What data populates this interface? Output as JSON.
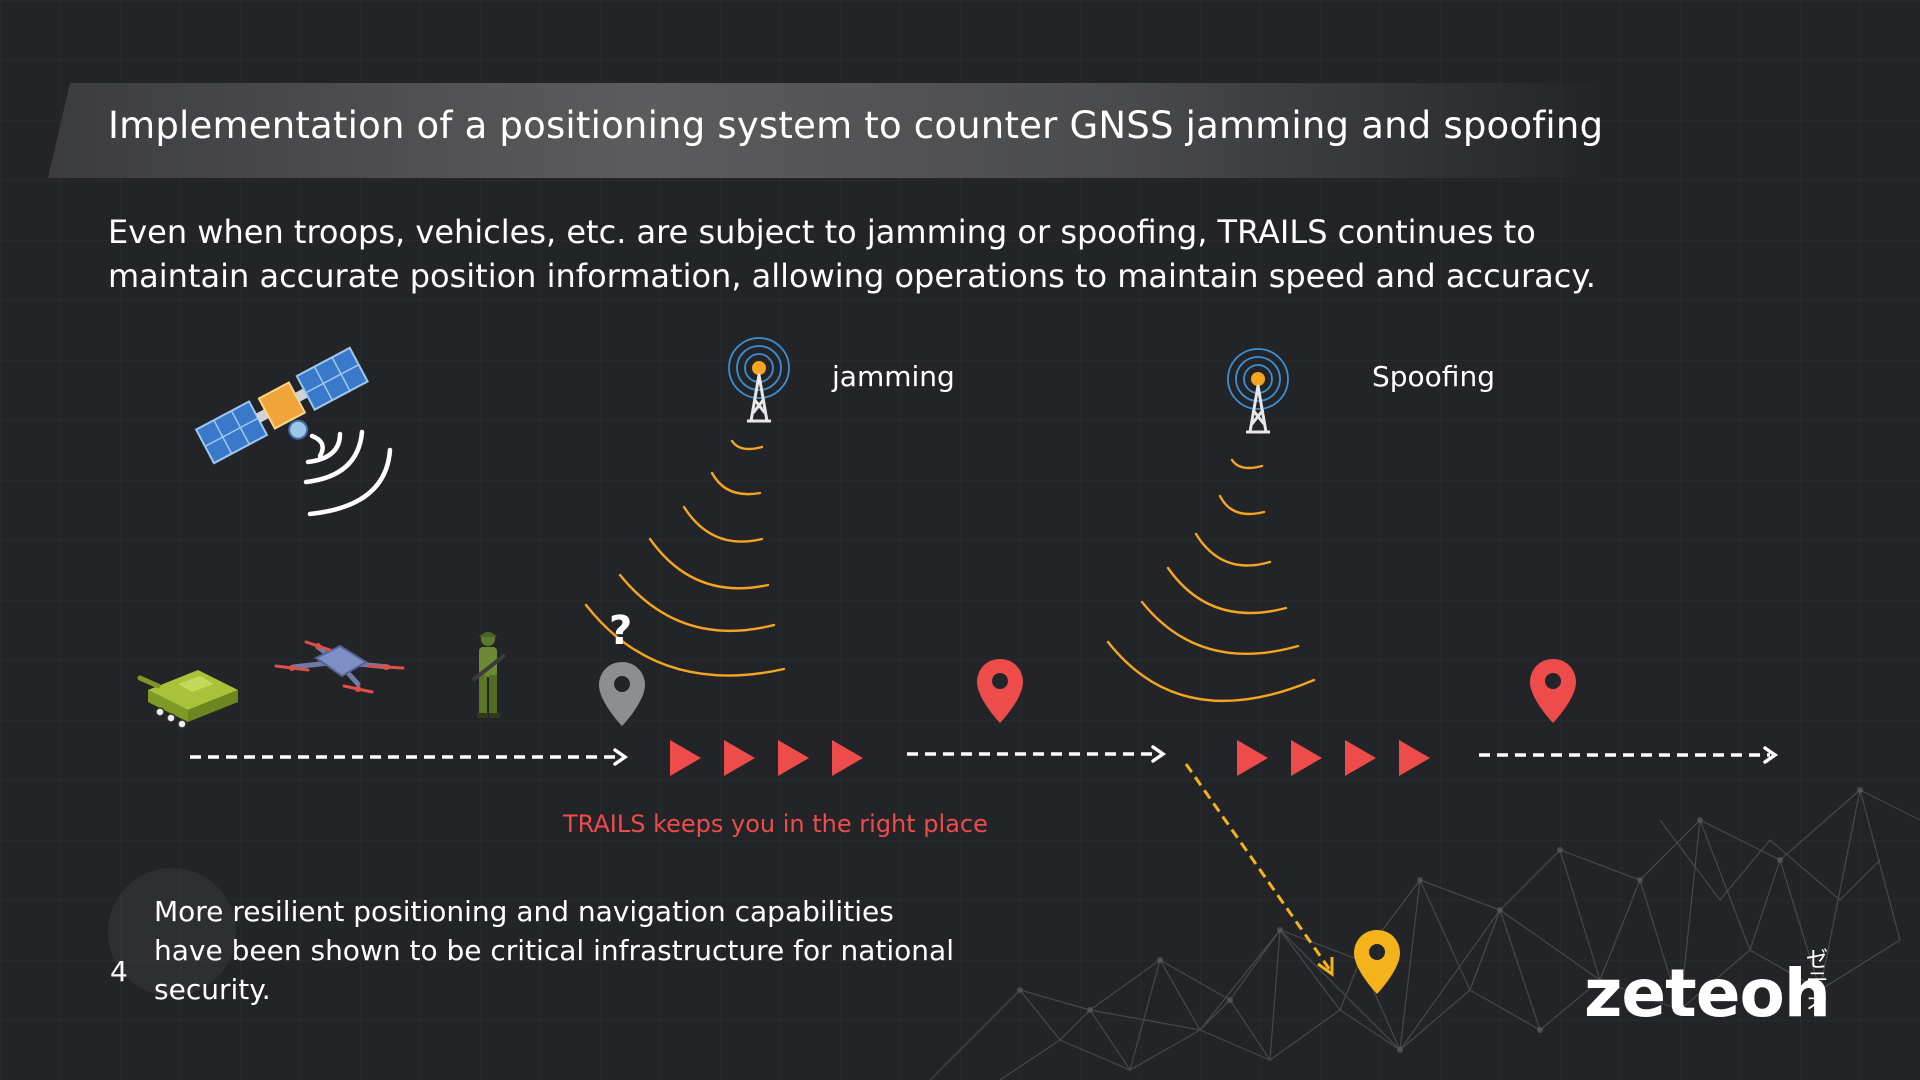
{
  "title": "Implementation of a positioning system to counter GNSS jamming and spoofing",
  "subtitle": "Even when troops, vehicles, etc. are subject to jamming or spoofing, TRAILS continues to maintain accurate position information, allowing operations to maintain speed and accuracy.",
  "labels": {
    "jamming": "jamming",
    "spoofing": "Spoofing",
    "trails": "TRAILS keeps you in the right place",
    "question": "?"
  },
  "footer": {
    "page_number": "4",
    "note": "More resilient positioning and navigation capabilities have been shown to be critical infrastructure for national security."
  },
  "logo": {
    "wordmark": "zeteoh",
    "kana": "ゼテオ"
  },
  "icons": [
    "satellite-icon",
    "signal-waves-icon",
    "tank-icon",
    "drone-icon",
    "soldier-icon",
    "radio-tower-icon",
    "map-pin-icon",
    "arrow-right-icon"
  ],
  "colors": {
    "background": "#222428",
    "accent_red": "#ee4b4b",
    "signal_orange": "#f4a521",
    "pin_gray": "#8d8e90",
    "pin_yellow": "#f4b21b",
    "tower_blue": "#3d8fd1"
  }
}
